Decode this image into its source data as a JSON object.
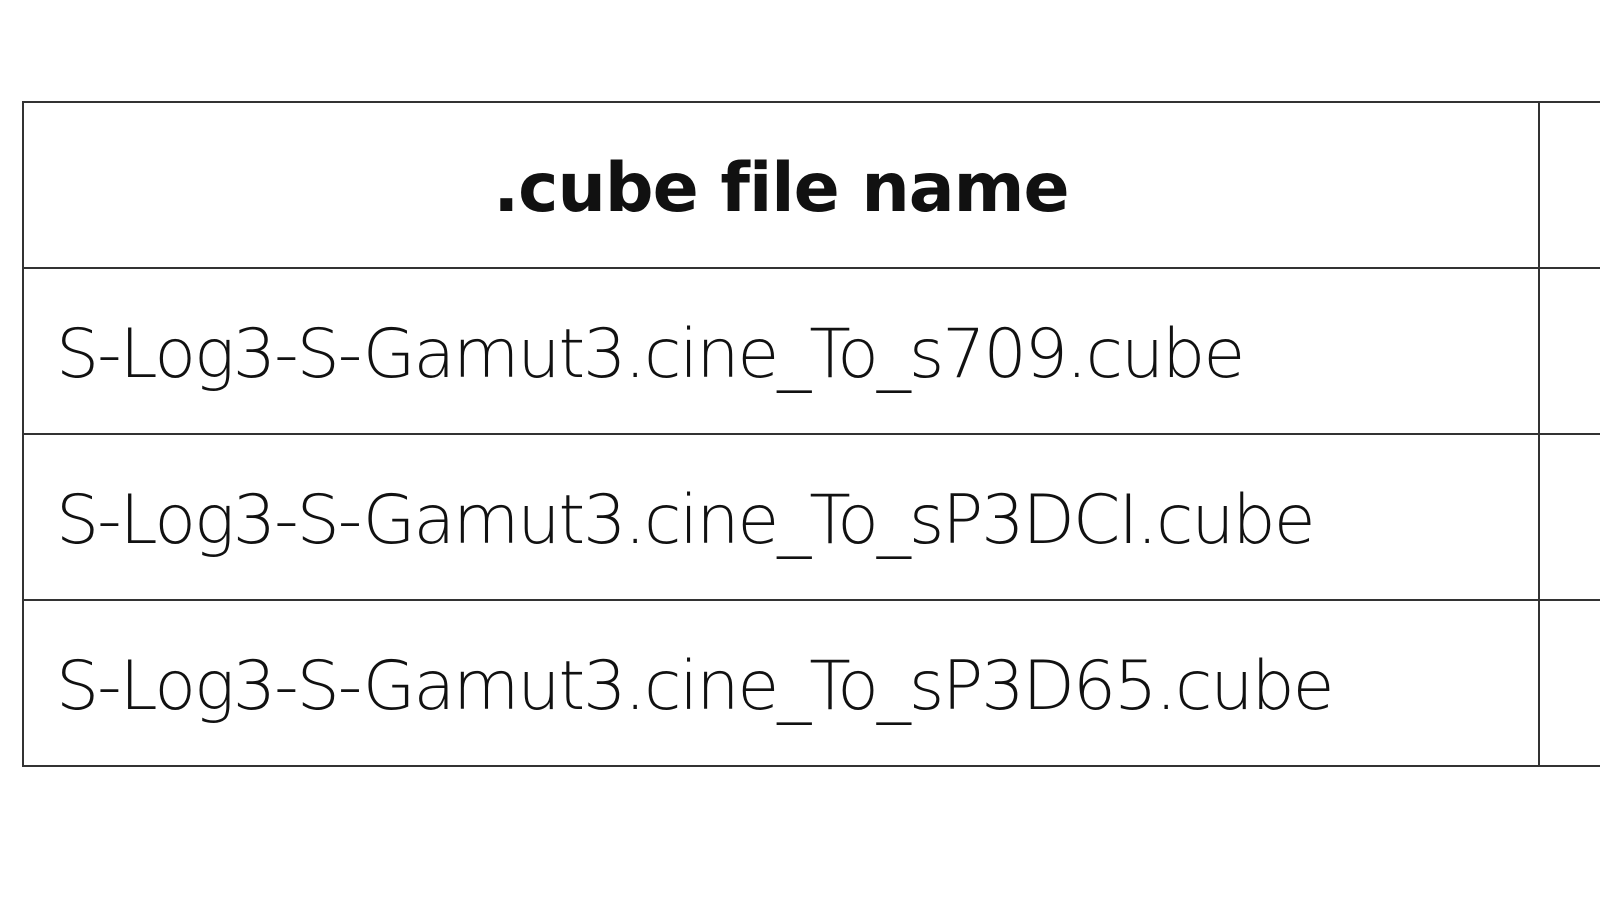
{
  "table": {
    "header": {
      "file_name": ".cube file name",
      "second_column": ""
    },
    "rows": [
      {
        "file_name": "S-Log3-S-Gamut3.cine_To_s709.cube",
        "second_column": ""
      },
      {
        "file_name": "S-Log3-S-Gamut3.cine_To_sP3DCI.cube",
        "second_column": ""
      },
      {
        "file_name": "S-Log3-S-Gamut3.cine_To_sP3D65.cube",
        "second_column": ""
      }
    ]
  },
  "colors": {
    "background": "#ffffff",
    "text": "#111111",
    "border": "#333333"
  }
}
